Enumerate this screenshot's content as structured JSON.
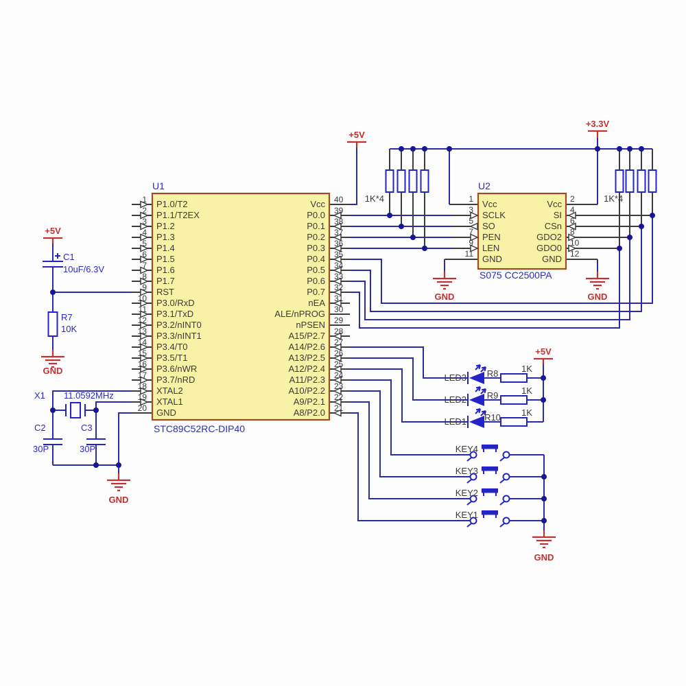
{
  "colors": {
    "wire": "#2a2aab",
    "stub": "#3c3c3e",
    "component": "#2323c8",
    "dot": "#17178e",
    "chip_fill": "#f7f2a6",
    "chip_stroke": "#9e4b26",
    "label_blue": "#2a2ac8",
    "power_red": "#c03232",
    "text": "#3a3a3c"
  },
  "u1": {
    "ref": "U1",
    "part": "STC89C52RC-DIP40",
    "left_pins": [
      {
        "num": "1",
        "name": "P1.0/T2"
      },
      {
        "num": "2",
        "name": "P1.1/T2EX"
      },
      {
        "num": "3",
        "name": "P1.2"
      },
      {
        "num": "4",
        "name": "P1.3"
      },
      {
        "num": "5",
        "name": "P1.4"
      },
      {
        "num": "6",
        "name": "P1.5"
      },
      {
        "num": "7",
        "name": "P1.6"
      },
      {
        "num": "8",
        "name": "P1.7"
      },
      {
        "num": "9",
        "name": "RST"
      },
      {
        "num": "10",
        "name": "P3.0/RxD"
      },
      {
        "num": "11",
        "name": "P3.1/TxD"
      },
      {
        "num": "12",
        "name": "P3.2/nINT0"
      },
      {
        "num": "13",
        "name": "P3.3/nINT1"
      },
      {
        "num": "14",
        "name": "P3.4/T0"
      },
      {
        "num": "15",
        "name": "P3.5/T1"
      },
      {
        "num": "16",
        "name": "P3.6/nWR"
      },
      {
        "num": "17",
        "name": "P3.7/nRD"
      },
      {
        "num": "18",
        "name": "XTAL2"
      },
      {
        "num": "19",
        "name": "XTAL1"
      },
      {
        "num": "20",
        "name": "GND"
      }
    ],
    "right_pins": [
      {
        "num": "40",
        "name": "Vcc"
      },
      {
        "num": "39",
        "name": "P0.0"
      },
      {
        "num": "38",
        "name": "P0.1"
      },
      {
        "num": "37",
        "name": "P0.2"
      },
      {
        "num": "36",
        "name": "P0.3"
      },
      {
        "num": "35",
        "name": "P0.4"
      },
      {
        "num": "34",
        "name": "P0.5"
      },
      {
        "num": "33",
        "name": "P0.6"
      },
      {
        "num": "32",
        "name": "P0.7"
      },
      {
        "num": "31",
        "name": "nEA"
      },
      {
        "num": "30",
        "name": "ALE/nPROG"
      },
      {
        "num": "29",
        "name": "nPSEN"
      },
      {
        "num": "28",
        "name": "A15/P2.7"
      },
      {
        "num": "27",
        "name": "A14/P2.6"
      },
      {
        "num": "26",
        "name": "A13/P2.5"
      },
      {
        "num": "25",
        "name": "A12/P2.4"
      },
      {
        "num": "24",
        "name": "A11/P2.3"
      },
      {
        "num": "23",
        "name": "A10/P2.2"
      },
      {
        "num": "22",
        "name": "A9/P2.1"
      },
      {
        "num": "21",
        "name": "A8/P2.0"
      }
    ]
  },
  "u2": {
    "ref": "U2",
    "part": "S075 CC2500PA",
    "left_pins": [
      {
        "num": "1",
        "name": "Vcc"
      },
      {
        "num": "3",
        "name": "SCLK"
      },
      {
        "num": "5",
        "name": "SO"
      },
      {
        "num": "7",
        "name": "PEN"
      },
      {
        "num": "9",
        "name": "LEN"
      },
      {
        "num": "11",
        "name": "GND"
      }
    ],
    "right_pins": [
      {
        "num": "2",
        "name": "Vcc"
      },
      {
        "num": "4",
        "name": "SI"
      },
      {
        "num": "6",
        "name": "CSn"
      },
      {
        "num": "8",
        "name": "GDO2"
      },
      {
        "num": "10",
        "name": "GDO0"
      },
      {
        "num": "12",
        "name": "GND"
      }
    ]
  },
  "pullups": {
    "left_label": "1K*4",
    "right_label": "1K*4"
  },
  "power": {
    "plus5_top": "+5V",
    "plus5_reset": "+5V",
    "plus5_led": "+5V",
    "plus33": "+3.3V"
  },
  "grounds": {
    "reset": "GND",
    "crystal": "GND",
    "u2_left": "GND",
    "u2_right": "GND",
    "keys": "GND"
  },
  "reset_circuit": {
    "cap_ref": "C1",
    "cap_value": "10uF/6.3V",
    "res_ref": "R7",
    "res_value": "10K"
  },
  "crystal_circuit": {
    "ref": "X1",
    "freq": "11.0592MHz",
    "cap_left_ref": "C2",
    "cap_left_value": "30P",
    "cap_right_ref": "C3",
    "cap_right_value": "30P"
  },
  "leds": [
    {
      "ref": "LED3",
      "res_ref": "R8",
      "res_value": "1K"
    },
    {
      "ref": "LED2",
      "res_ref": "R9",
      "res_value": "1K"
    },
    {
      "ref": "LED1",
      "res_ref": "R10",
      "res_value": "1K"
    }
  ],
  "keys": [
    {
      "ref": "KEY4"
    },
    {
      "ref": "KEY3"
    },
    {
      "ref": "KEY2"
    },
    {
      "ref": "KEY1"
    }
  ]
}
